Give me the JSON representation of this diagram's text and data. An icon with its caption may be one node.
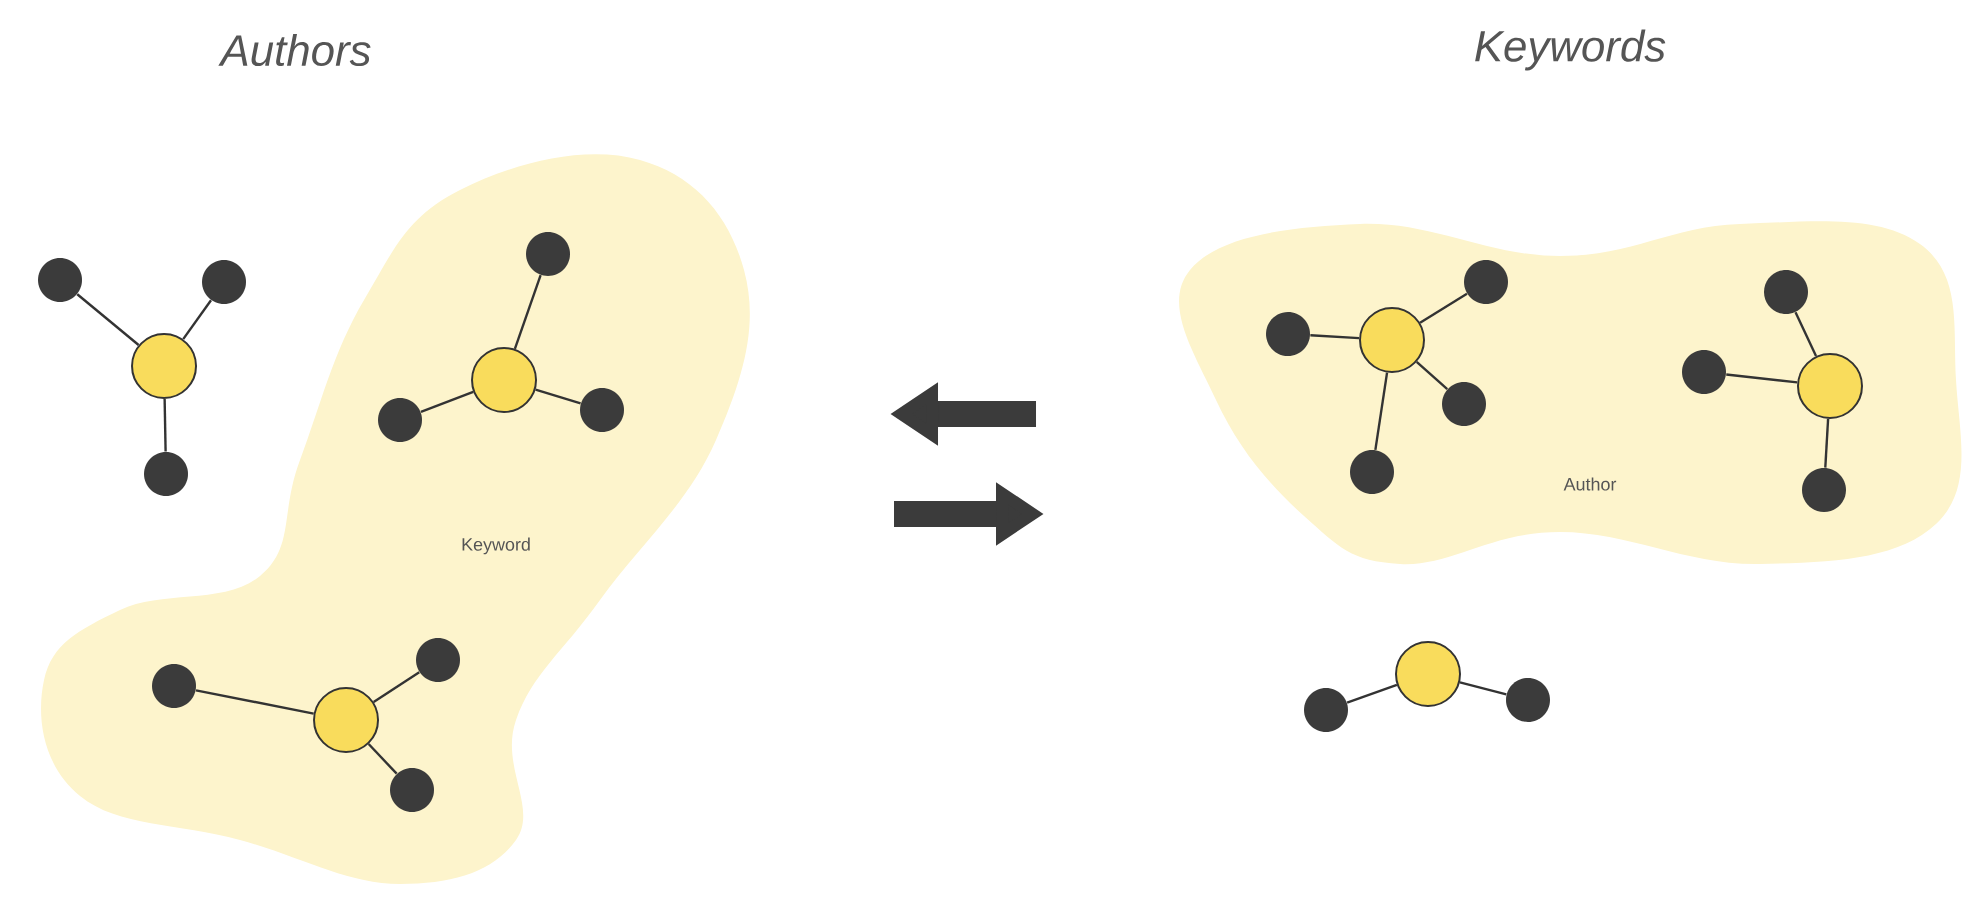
{
  "diagram": {
    "nodes": [
      {
        "text": [],
        "shape": "circle"
      },
      {
        "text": [],
        "shape": "circle"
      },
      {
        "text": [],
        "shape": "circle"
      },
      {
        "text": [],
        "shape": "circle"
      },
      {
        "text": [
          "Keyword"
        ]
      },
      {
        "text": [],
        "shape": "circle",
        "in": 4
      },
      {
        "text": [],
        "shape": "circle",
        "in": 4
      },
      {
        "text": [],
        "shape": "circle",
        "in": 4
      },
      {
        "text": [],
        "shape": "circle",
        "in": 4
      },
      {
        "text": [],
        "shape": "circle",
        "in": 4
      },
      {
        "text": [],
        "shape": "circle",
        "in": 4
      },
      {
        "text": [],
        "shape": "circle",
        "in": 4
      },
      {
        "text": [],
        "shape": "circle",
        "in": 4
      },
      {
        "text": [
          "Author"
        ]
      },
      {
        "text": [],
        "shape": "circle",
        "in": 13
      },
      {
        "text": [],
        "shape": "circle",
        "in": 13
      },
      {
        "text": [],
        "shape": "circle",
        "in": 13
      },
      {
        "text": [],
        "shape": "circle",
        "in": 13
      },
      {
        "text": [],
        "shape": "circle",
        "in": 13
      },
      {
        "text": [],
        "shape": "circle",
        "in": 13
      },
      {
        "text": [],
        "shape": "circle",
        "in": 13
      },
      {
        "text": [],
        "shape": "circle",
        "in": 13
      },
      {
        "text": [],
        "shape": "circle",
        "in": 13
      },
      {
        "text": [],
        "shape": "circle"
      },
      {
        "text": [],
        "shape": "circle"
      },
      {
        "text": [],
        "shape": "circle"
      }
    ],
    "edges": [
      {
        "from": 0,
        "to": 1,
        "arrow": "none"
      },
      {
        "from": 0,
        "to": 2,
        "arrow": "none"
      },
      {
        "from": 0,
        "to": 3,
        "arrow": "none"
      },
      {
        "from": 5,
        "to": 6,
        "arrow": "none"
      },
      {
        "from": 5,
        "to": 7,
        "arrow": "none"
      },
      {
        "from": 5,
        "to": 8,
        "arrow": "none"
      },
      {
        "from": 9,
        "to": 10,
        "arrow": "none"
      },
      {
        "from": 9,
        "to": 11,
        "arrow": "none"
      },
      {
        "from": 9,
        "to": 12,
        "arrow": "none"
      },
      {
        "from": 14,
        "to": 15,
        "arrow": "none"
      },
      {
        "from": 14,
        "to": 16,
        "arrow": "none"
      },
      {
        "from": 14,
        "to": 17,
        "arrow": "none"
      },
      {
        "from": 14,
        "to": 18,
        "arrow": "none"
      },
      {
        "from": 19,
        "to": 20,
        "arrow": "none"
      },
      {
        "from": 19,
        "to": 21,
        "arrow": "none"
      },
      {
        "from": 19,
        "to": 22,
        "arrow": "none"
      },
      {
        "from": 23,
        "to": 24,
        "arrow": "none"
      },
      {
        "from": 23,
        "to": 25,
        "arrow": "none"
      }
    ],
    "labels": [
      "Authors",
      "Keywords"
    ]
  }
}
